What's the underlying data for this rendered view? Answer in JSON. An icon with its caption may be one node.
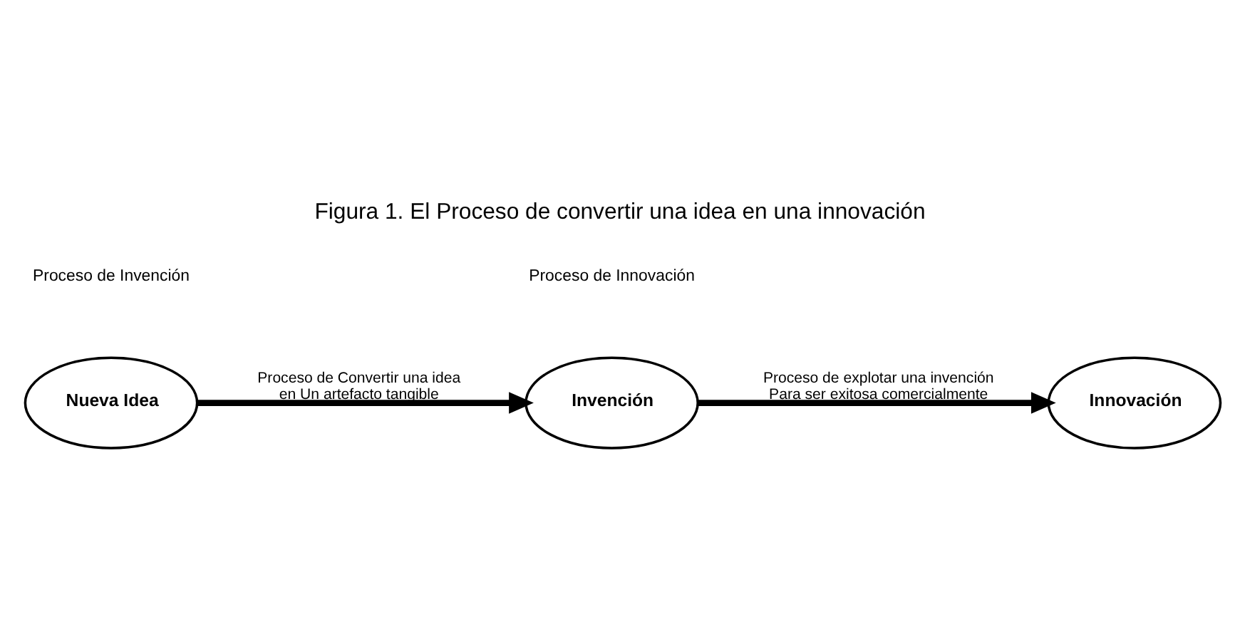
{
  "diagram": {
    "title": "Figura 1. El Proceso de convertir una idea en una innovación",
    "nodes": [
      {
        "text": [
          "Nueva Idea"
        ]
      },
      {
        "text": [
          "Invención"
        ]
      },
      {
        "text": [
          "Innovación"
        ]
      }
    ],
    "edges": [
      {
        "from": 0,
        "to": 1,
        "arrow": "to",
        "label": "Proceso de Convertir una idea en Un artefacto tangible"
      },
      {
        "from": 1,
        "to": 2,
        "arrow": "to",
        "label": "Proceso de explotar una invención Para ser exitosa comercialmente"
      }
    ],
    "labels": [
      "Proceso de Invención",
      "Proceso de Innovación"
    ]
  }
}
